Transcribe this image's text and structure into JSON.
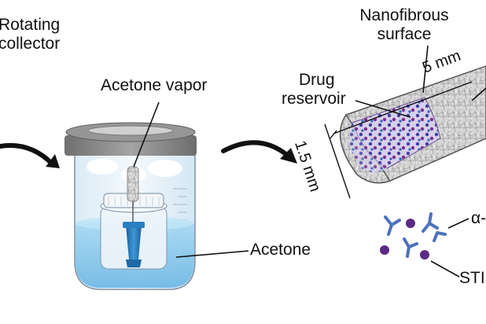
{
  "labels": {
    "rotating_collector_line1": "Rotating",
    "rotating_collector_line2": "collector",
    "acetone_vapor": "Acetone vapor",
    "acetone": "Acetone",
    "nanofibrous_line1": "Nanofibrous",
    "nanofibrous_line2": "surface",
    "drug_line1": "Drug",
    "drug_line2": "reservoir",
    "length_dim": "5 mm",
    "diameter_dim": "1.5 mm",
    "antibody_label_partial": "α-",
    "sti_label_partial": "STI"
  },
  "colors": {
    "lid": "#8a8a8a",
    "glass": "#e8f2fa",
    "liquid": "#7ec4ea",
    "needle": "#2a7fc1",
    "drug_dots": "#5b2a86",
    "antibody": "#5b7fc6",
    "fiber": "#c8c8c8"
  },
  "icons": [
    "curved-arrow-icon",
    "beaker-icon",
    "needle-icon",
    "fiber-cylinder-icon",
    "antibody-icon",
    "drug-particle-icon"
  ]
}
